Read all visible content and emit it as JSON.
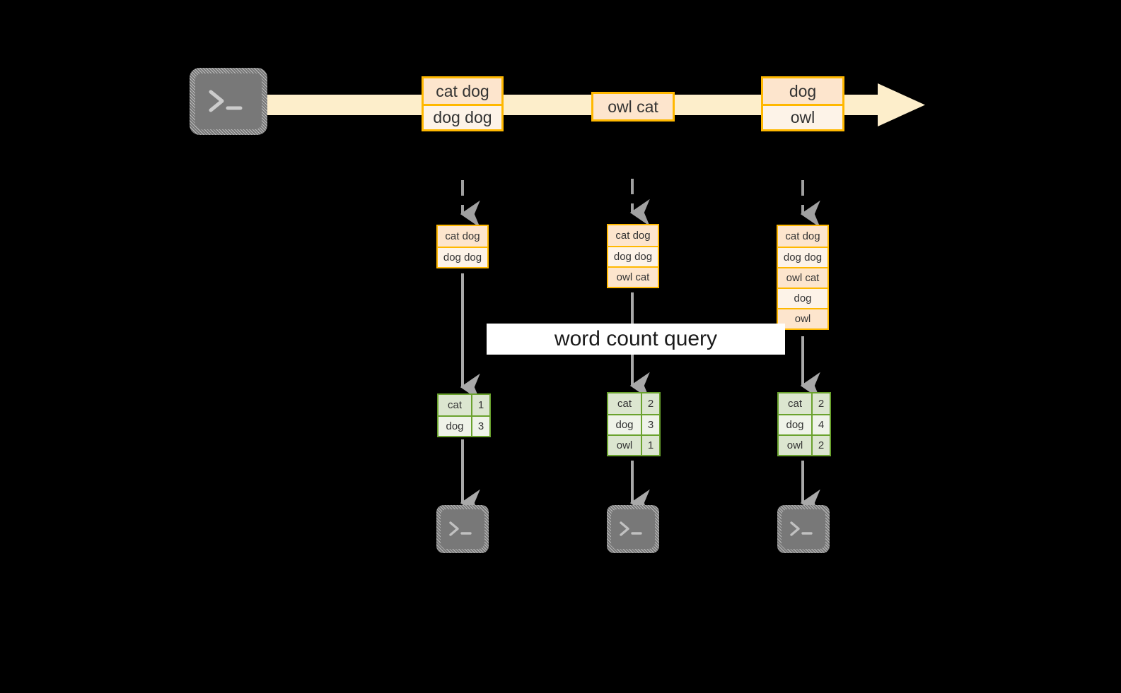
{
  "diagram": {
    "title": "word count query over a stream with growing batches",
    "colors": {
      "background": "#000000",
      "stream_band": "#fdeecb",
      "record_border": "#ffb800",
      "record_fill_dark": "#fde5cd",
      "record_fill_light": "#fdf3e8",
      "result_border": "#6aa22e",
      "result_fill_dark": "#dce6d0",
      "result_fill_light": "#eff3e9",
      "arrow_gray": "#a8a8a8",
      "dashed_arrow_gray": "#999999",
      "terminal_body": "#787878",
      "label_background": "#ffffff",
      "text": "#333333"
    },
    "source": {
      "icon": "terminal-icon",
      "prompt_glyph": ">_"
    },
    "stream": {
      "direction": "left-to-right",
      "records": [
        {
          "lines": [
            "cat dog",
            "dog dog"
          ]
        },
        {
          "lines": [
            "owl cat"
          ]
        },
        {
          "lines": [
            "dog",
            "owl"
          ]
        }
      ]
    },
    "query_label": "word count query",
    "columns": [
      {
        "batch": {
          "lines": [
            "cat dog",
            "dog dog"
          ]
        },
        "result": {
          "rows": [
            {
              "word": "cat",
              "count": "1"
            },
            {
              "word": "dog",
              "count": "3"
            }
          ]
        },
        "sink": {
          "icon": "terminal-icon",
          "prompt_glyph": ">_"
        }
      },
      {
        "batch": {
          "lines": [
            "cat dog",
            "dog dog",
            "owl cat"
          ]
        },
        "result": {
          "rows": [
            {
              "word": "cat",
              "count": "2"
            },
            {
              "word": "dog",
              "count": "3"
            },
            {
              "word": "owl",
              "count": "1"
            }
          ]
        },
        "sink": {
          "icon": "terminal-icon",
          "prompt_glyph": ">_"
        }
      },
      {
        "batch": {
          "lines": [
            "cat dog",
            "dog dog",
            "owl cat",
            "dog",
            "owl"
          ]
        },
        "result": {
          "rows": [
            {
              "word": "cat",
              "count": "2"
            },
            {
              "word": "dog",
              "count": "4"
            },
            {
              "word": "owl",
              "count": "2"
            }
          ]
        },
        "sink": {
          "icon": "terminal-icon",
          "prompt_glyph": ">_"
        }
      }
    ]
  }
}
